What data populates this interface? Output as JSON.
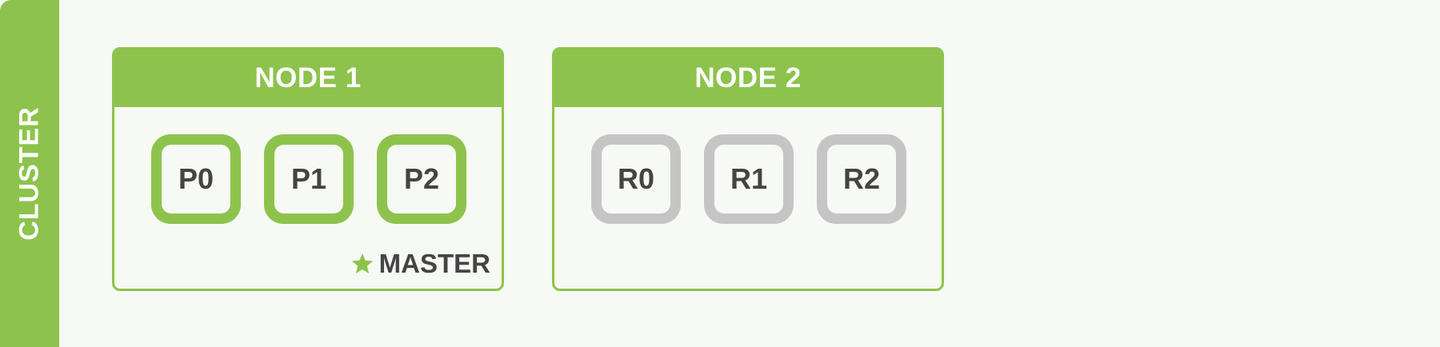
{
  "cluster": {
    "label": "CLUSTER",
    "color": "#8dc34c"
  },
  "nodes": [
    {
      "title": "NODE 1",
      "shards": [
        {
          "label": "P0",
          "kind": "primary"
        },
        {
          "label": "P1",
          "kind": "primary"
        },
        {
          "label": "P2",
          "kind": "primary"
        }
      ],
      "badge": {
        "icon": "star-icon",
        "label": "MASTER"
      }
    },
    {
      "title": "NODE 2",
      "shards": [
        {
          "label": "R0",
          "kind": "replica"
        },
        {
          "label": "R1",
          "kind": "replica"
        },
        {
          "label": "R2",
          "kind": "replica"
        }
      ]
    }
  ],
  "colors": {
    "primary": "#8dc34c",
    "replica": "#c5c5c5",
    "text": "#444444",
    "background": "#f7f9f5"
  }
}
